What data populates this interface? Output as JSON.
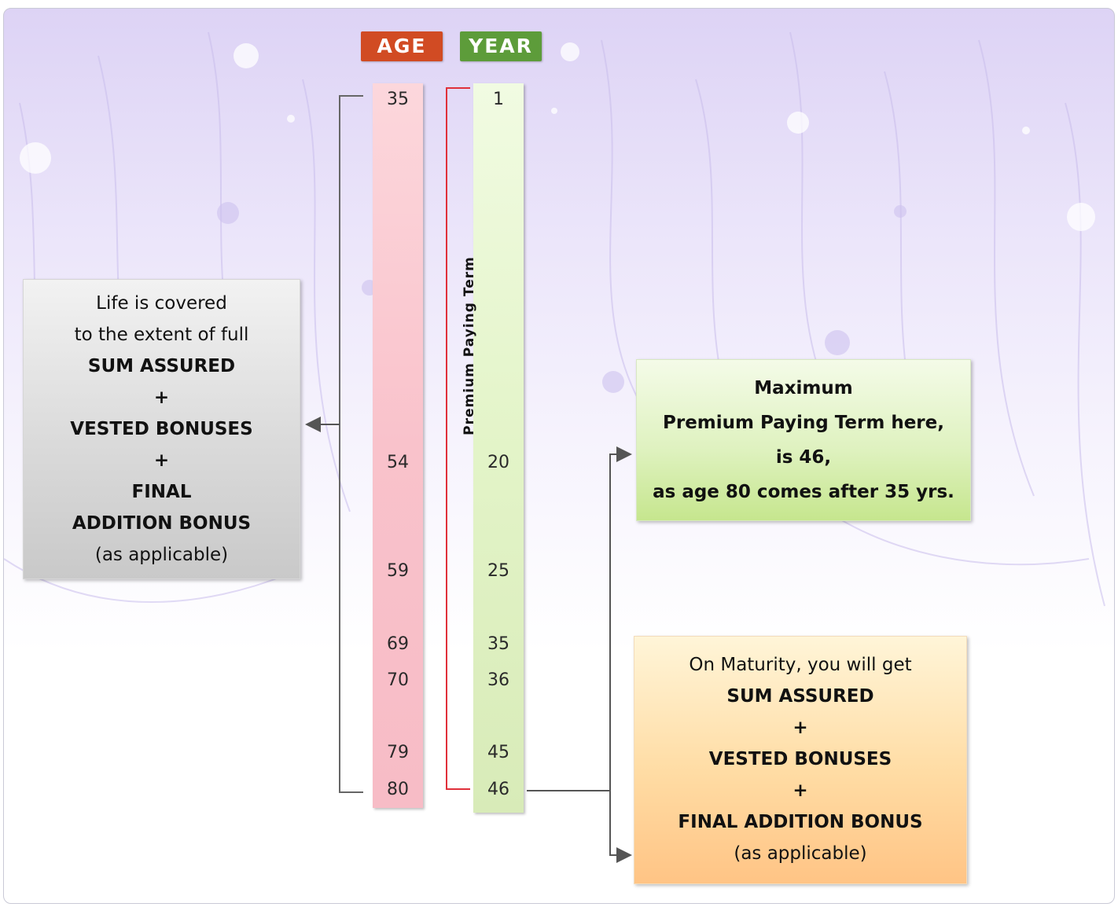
{
  "headers": {
    "age": "AGE",
    "year": "YEAR"
  },
  "age_values": [
    "35",
    "54",
    "59",
    "69",
    "70",
    "79",
    "80"
  ],
  "year_values": [
    "1",
    "20",
    "25",
    "35",
    "36",
    "45",
    "46"
  ],
  "premium_term_label": "Premium Paying Term",
  "left_box": {
    "lines": [
      "Life is covered",
      "to the extent of full",
      "SUM ASSURED",
      "+",
      "VESTED BONUSES",
      "+",
      "FINAL",
      "ADDITION BONUS",
      "(as applicable)"
    ]
  },
  "middle_box": {
    "lines": [
      "Maximum",
      "Premium Paying Term here,",
      "is 46,",
      "as age 80 comes after 35 yrs."
    ]
  },
  "bottom_box": {
    "lines": [
      "On Maturity, you will get",
      "SUM ASSURED",
      "+",
      "VESTED BONUSES",
      "+",
      "FINAL ADDITION BONUS",
      "(as applicable)"
    ]
  },
  "colors": {
    "age_tag": "#d14b23",
    "year_tag": "#5d9c3a",
    "term_bracket": "#e0303a"
  }
}
